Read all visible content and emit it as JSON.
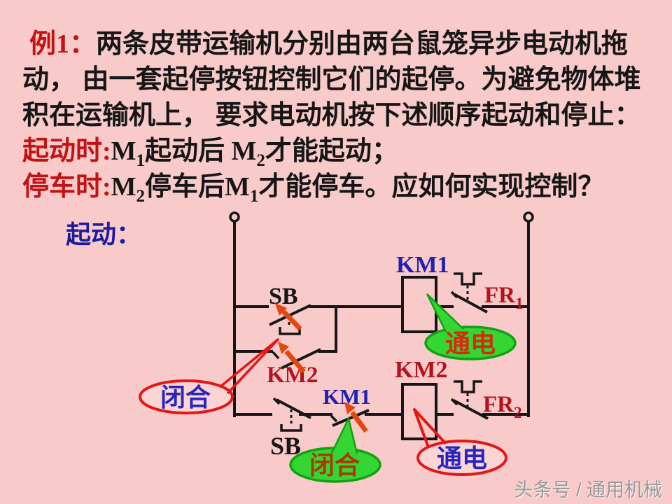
{
  "problem": {
    "example_label": "例1：",
    "line1": "两条皮带运输机分别由两台鼠笼异步电动机拖",
    "line2": "动， 由一套起停按钮控制它们的起停。为避免物体堆",
    "line3": "积在运输机上， 要求电动机按下述顺序起动和停止：",
    "start": {
      "label": "起动时:",
      "m1": "M",
      "m1_sub": "1",
      "mid": "起动后 ",
      "m2": "M",
      "m2_sub": "2",
      "tail": "才能起动；"
    },
    "stop": {
      "label": "停车时:",
      "m1": "M",
      "m1_sub": "2",
      "mid": "停车后",
      "m2": "M",
      "m2_sub": "1",
      "tail": "才能停车。应如何实现控制？"
    }
  },
  "section": {
    "label": "起动："
  },
  "circuit": {
    "sb_start_label": "SB",
    "km1_coil_label": "KM1",
    "fr1_label": "FR",
    "fr1_sub": "1",
    "km2_contact_label": "KM2",
    "km1_contact_label": "KM1",
    "sb_stop_label": "SB",
    "km2_coil_label": "KM2",
    "fr2_label": "FR",
    "fr2_sub": "2",
    "callout_energized_top": "通电",
    "callout_closed_left": "闭合",
    "callout_closed_bottom": "闭合",
    "callout_energized_bottom": "通电"
  },
  "footer": {
    "watermark": "头条号 / 通用机械"
  },
  "colors": {
    "background": "#f9caca",
    "title_black": "#161616",
    "title_red": "#c41212",
    "label_blue": "#2121b0",
    "label_red": "#b5121c",
    "callout_green_fill": "#33d633",
    "callout_green_stroke": "#13a013",
    "callout_red_stroke": "#e31717",
    "arrow_orange": "#e2480e",
    "watermark_gray": "#96989c"
  }
}
